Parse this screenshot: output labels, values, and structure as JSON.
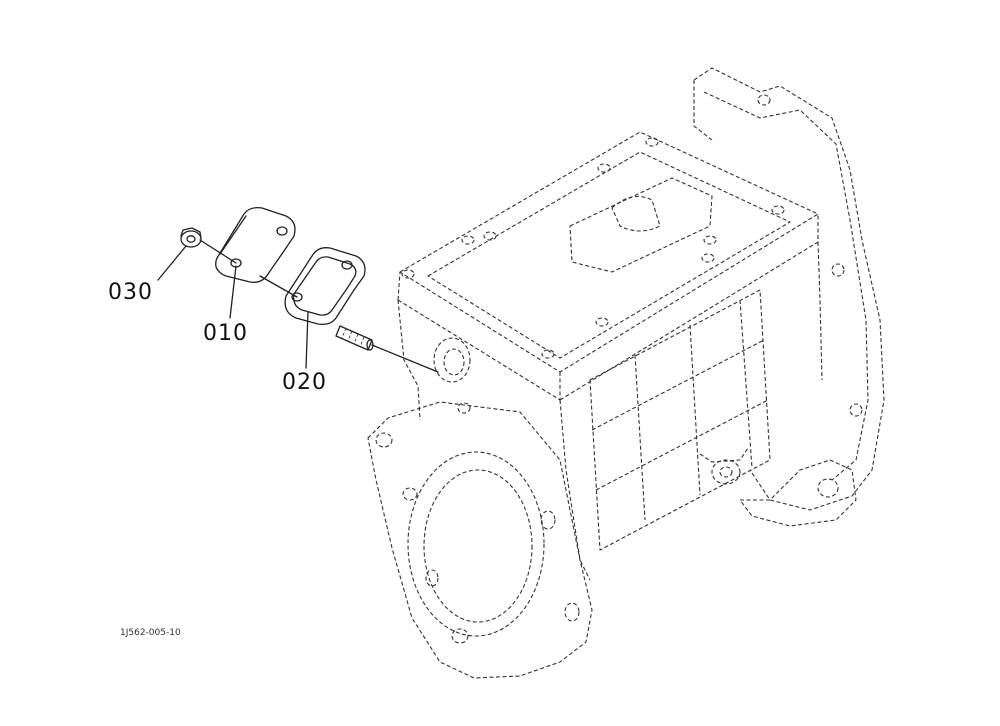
{
  "diagram": {
    "callouts": [
      {
        "id": "030",
        "label": "030"
      },
      {
        "id": "010",
        "label": "010"
      },
      {
        "id": "020",
        "label": "020"
      }
    ],
    "drawing_code": "1J562-005-10"
  }
}
